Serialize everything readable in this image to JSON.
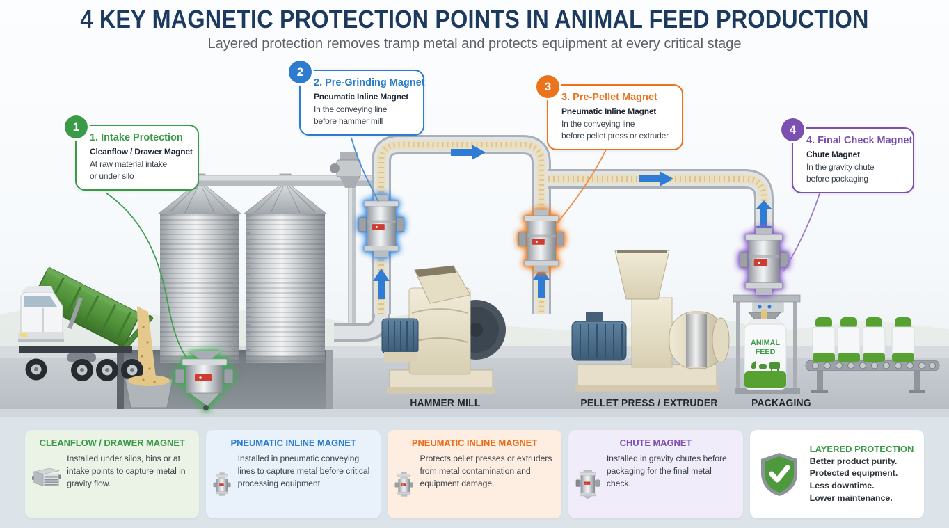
{
  "header": {
    "title": "4 KEY MAGNETIC PROTECTION POINTS IN ANIMAL FEED PRODUCTION",
    "subtitle": "Layered protection removes tramp metal and protects equipment at every critical stage"
  },
  "colors": {
    "navy": "#1b3a5e",
    "green": "#3a9a47",
    "blue": "#2e7ccd",
    "orange": "#ea731c",
    "purple": "#7c50b0",
    "flow_arrow_blue": "#2f7cd6"
  },
  "callouts": [
    {
      "number": "1",
      "title": "1. Intake Protection",
      "device": "Cleanflow / Drawer Magnet",
      "line1": "At raw material intake",
      "line2": "or under silo"
    },
    {
      "number": "2",
      "title": "2. Pre-Grinding Magnet",
      "device": "Pneumatic Inline Magnet",
      "line1": "In the conveying line",
      "line2": "before hammer mill"
    },
    {
      "number": "3",
      "title": "3. Pre-Pellet Magnet",
      "device": "Pneumatic Inline Magnet",
      "line1": "In the conveying line",
      "line2": "before pellet press or extruder"
    },
    {
      "number": "4",
      "title": "4. Final Check Magnet",
      "device": "Chute Magnet",
      "line1": "In the gravity chute",
      "line2": "before packaging"
    }
  ],
  "equipment_labels": {
    "hammer_mill": "HAMMER MILL",
    "pellet_press": "PELLET PRESS / EXTRUDER",
    "packaging": "PACKAGING"
  },
  "scene": {
    "bag_label": "ANIMAL FEED"
  },
  "cards": [
    {
      "title": "CLEANFLOW / DRAWER MAGNET",
      "text": "Installed under silos, bins or at intake points to capture metal in gravity flow."
    },
    {
      "title": "PNEUMATIC INLINE MAGNET",
      "text": "Installed in pneumatic conveying lines to capture metal before critical processing equipment."
    },
    {
      "title": "PNEUMATIC INLINE MAGNET",
      "text": "Protects pellet presses or extruders from metal contamination and equipment damage."
    },
    {
      "title": "CHUTE MAGNET",
      "text": "Installed in gravity chutes before packaging for the final metal check."
    },
    {
      "title": "LAYERED PROTECTION",
      "lines": [
        "Better product purity.",
        "Protected equipment.",
        "Less downtime.",
        "Lower maintenance."
      ]
    }
  ]
}
